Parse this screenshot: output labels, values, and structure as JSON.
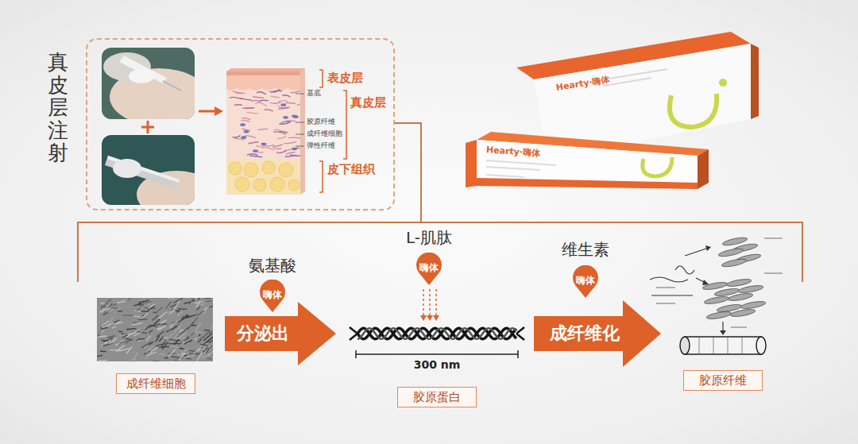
{
  "diagram": {
    "nodes": [
      {
        "text": [
          "真皮层注射"
        ]
      },
      {
        "text": [
          "成纤维细胞"
        ]
      },
      {
        "text": [
          "嗨体"
        ]
      },
      {
        "text": [
          "分泌出"
        ]
      },
      {
        "text": [
          "嗨体"
        ]
      },
      {
        "text": [
          "胶原蛋白"
        ]
      },
      {
        "text": [
          "嗨体"
        ]
      },
      {
        "text": [
          "成纤维化"
        ]
      },
      {
        "text": [
          "胶原纤维"
        ]
      }
    ],
    "labels": [
      "表皮层",
      "基底",
      "真皮层",
      "胶原纤维",
      "成纤维细胞",
      "弹性纤维",
      "皮下组织",
      "Hearty·嗨体",
      "Hearty·嗨体",
      "氨基酸",
      "L-肌肽",
      "维生素",
      "300 nm"
    ]
  }
}
